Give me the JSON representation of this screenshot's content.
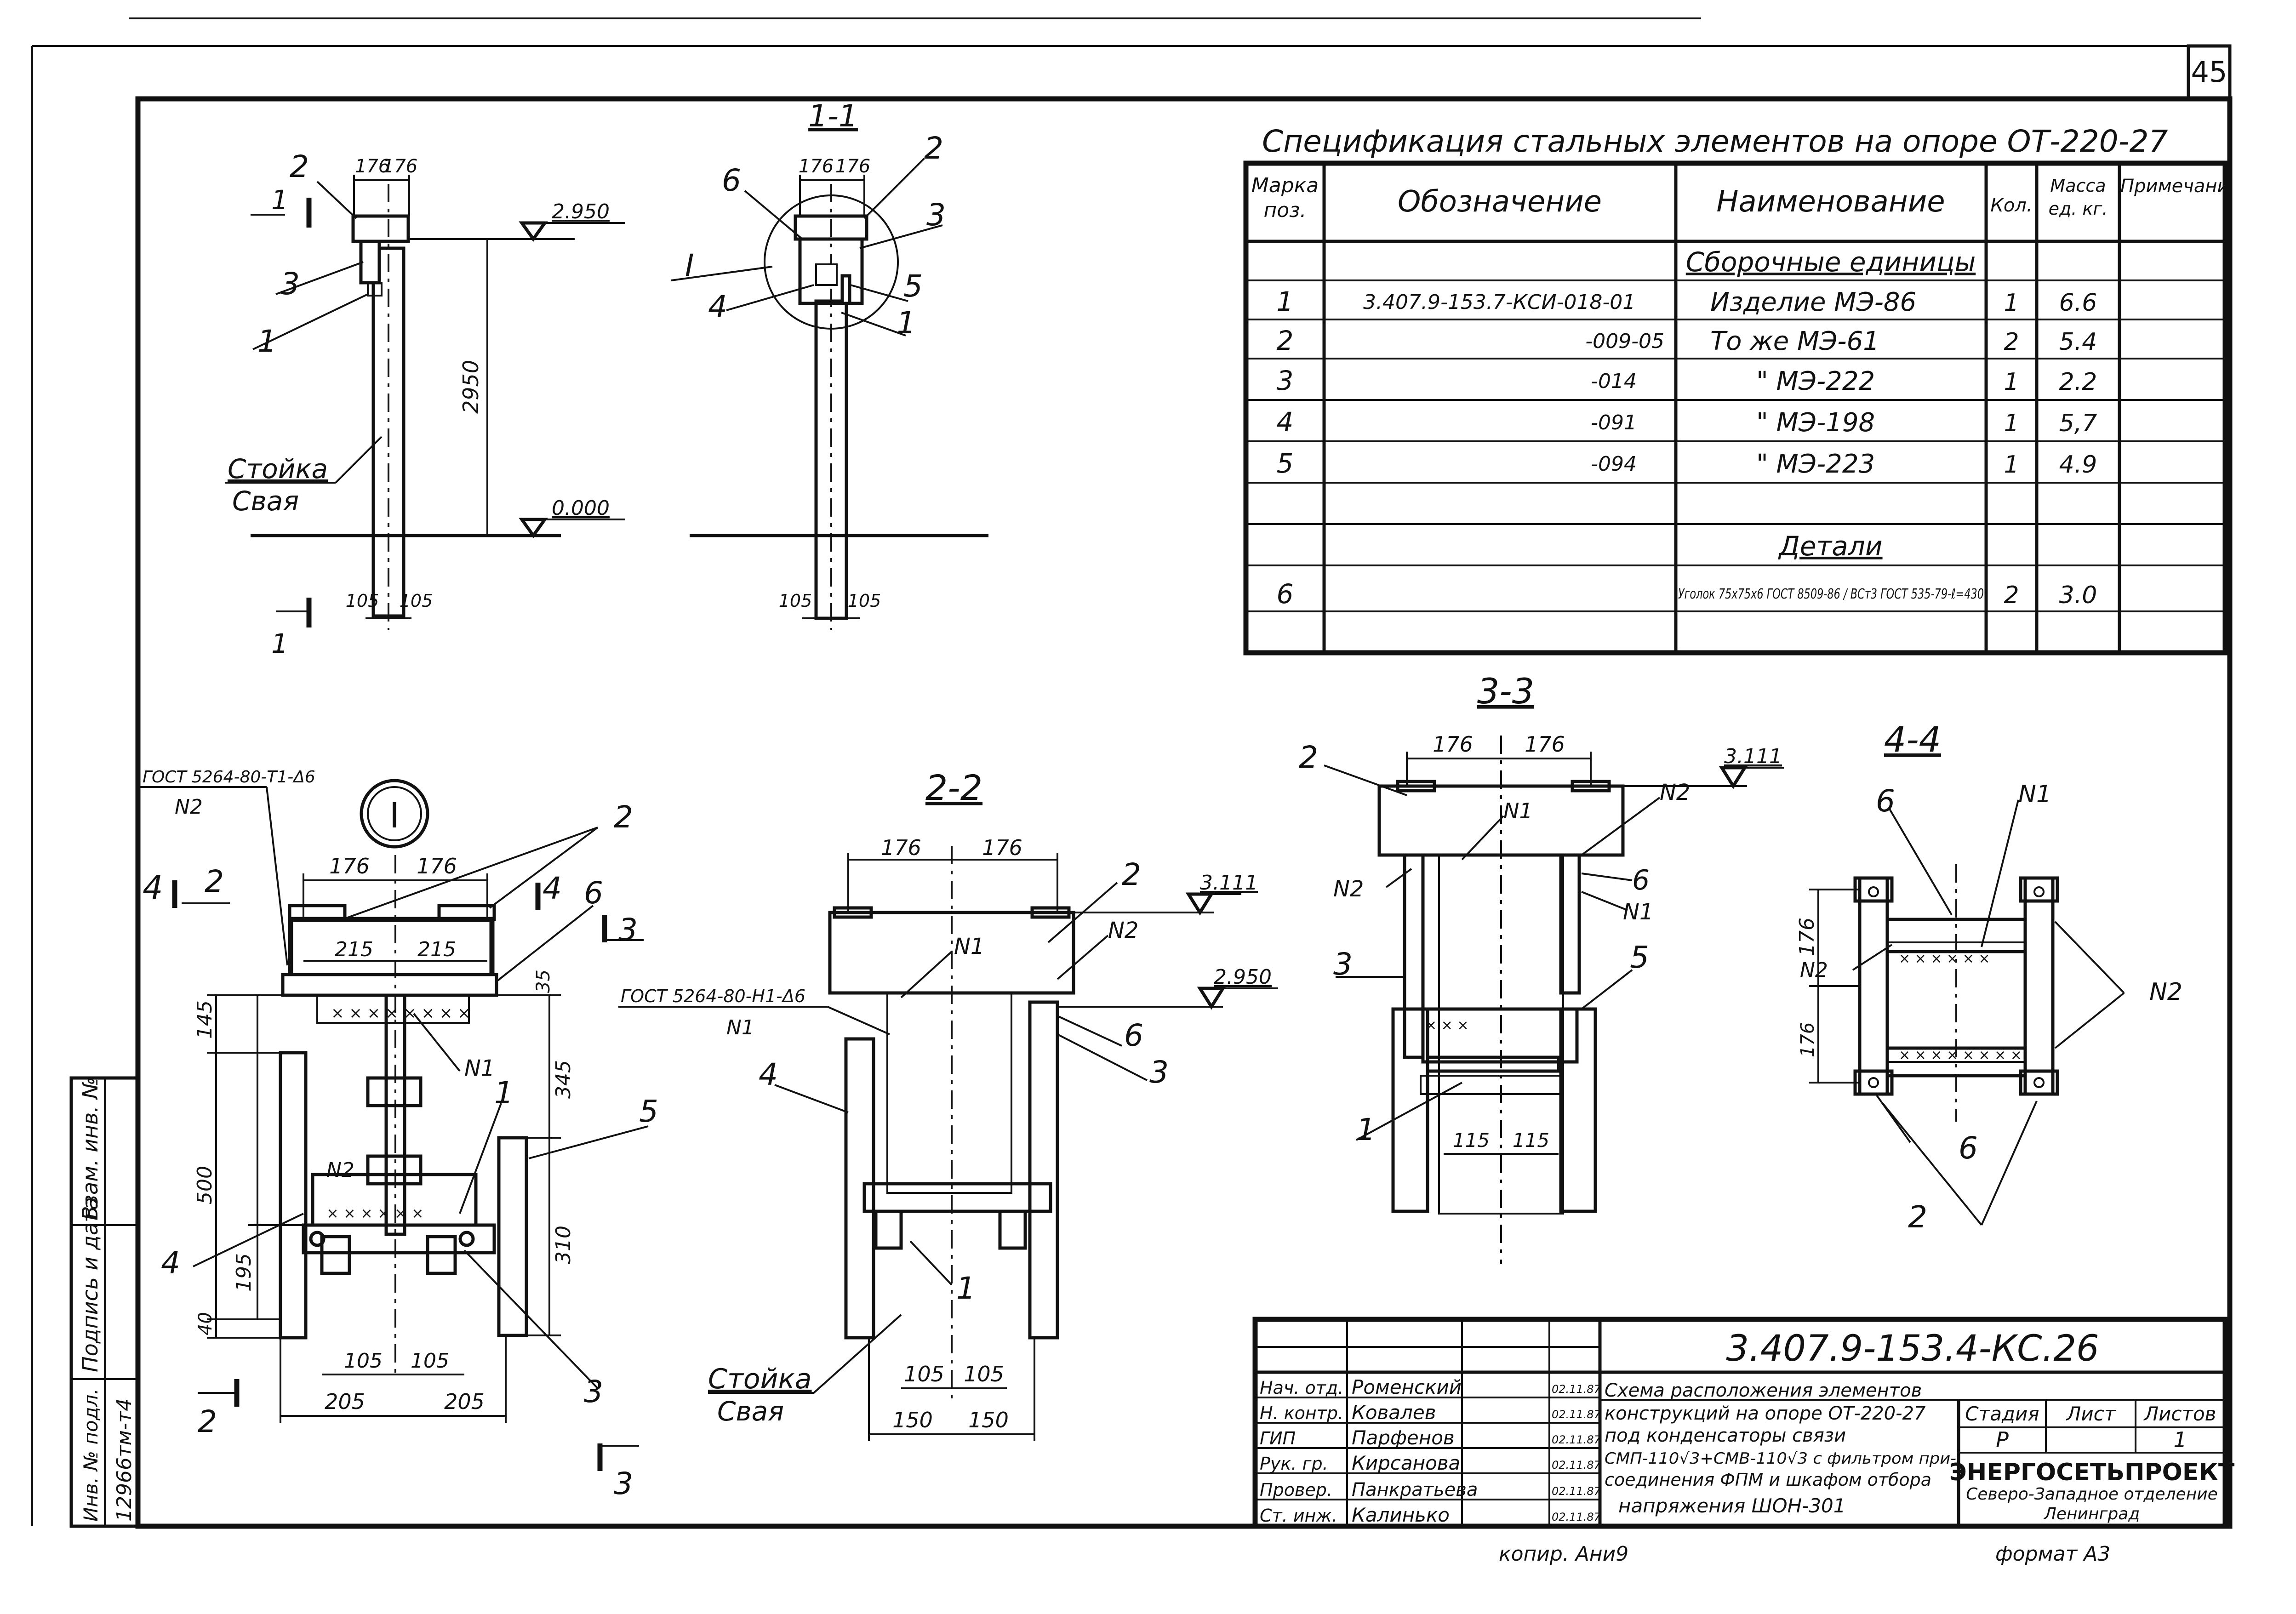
{
  "sheet": {
    "page_number": "45",
    "format_note": "формат А3",
    "copy_note": "копир. Ани9"
  },
  "spec": {
    "title": "Спецификация стальных элементов на опоре ОТ-220-27",
    "headers": {
      "mark": "Марка поз.",
      "designation": "Обозначение",
      "name": "Наименование",
      "qty": "Кол.",
      "mass": "Масса ед. кг.",
      "note": "Примечание"
    },
    "section_assembly": "Сборочные единицы",
    "section_details": "Детали",
    "rows": [
      {
        "mark": "1",
        "designation": "3.407.9-153.7-КСИ-018-01",
        "name": "Изделие МЭ-86",
        "qty": "1",
        "mass": "6.6"
      },
      {
        "mark": "2",
        "designation": "-009-05",
        "name": "То же МЭ-61",
        "qty": "2",
        "mass": "5.4"
      },
      {
        "mark": "3",
        "designation": "-014",
        "name": "\" МЭ-222",
        "qty": "1",
        "mass": "2.2"
      },
      {
        "mark": "4",
        "designation": "-091",
        "name": "\" МЭ-198",
        "qty": "1",
        "mass": "5,7"
      },
      {
        "mark": "5",
        "designation": "-094",
        "name": "\" МЭ-223",
        "qty": "1",
        "mass": "4.9"
      }
    ],
    "detail_rows": [
      {
        "mark": "6",
        "designation": "",
        "name": "Уголок 75х75х6 ГОСТ 8509-86 / ВСт3 ГОСТ 535-79-ℓ=430",
        "qty": "2",
        "mass": "3.0"
      }
    ]
  },
  "views": {
    "v_main": {
      "dims": [
        "176",
        "176",
        "2950",
        "105",
        "105"
      ],
      "levels": [
        "2.950",
        "0.000"
      ],
      "labels": [
        "1",
        "2",
        "3",
        "1",
        "1"
      ],
      "column_label": "Стойка",
      "pile_label": "Свая"
    },
    "v_11": {
      "title": "1-1",
      "dims": [
        "176",
        "176",
        "105",
        "105"
      ],
      "labels": [
        "2",
        "3",
        "5",
        "1",
        "4",
        "6"
      ],
      "node": "I"
    },
    "v_node": {
      "node": "I",
      "weld_ref": "ГОСТ 5264-80-Т1-Δ6",
      "weld_n": "N2",
      "dims": [
        "176",
        "176",
        "215",
        "215",
        "35",
        "145",
        "345",
        "500",
        "310",
        "195",
        "40",
        "105",
        "105",
        "205",
        "205"
      ],
      "labels": [
        "2",
        "4",
        "6",
        "1",
        "5",
        "4",
        "3"
      ],
      "welds": [
        "N1",
        "N2"
      ],
      "section_marks": [
        "4",
        "2",
        "4",
        "3",
        "2",
        "3"
      ]
    },
    "v_22": {
      "title": "2-2",
      "dims": [
        "176",
        "176",
        "105",
        "105",
        "150",
        "150"
      ],
      "levels": [
        "3.111",
        "2.950"
      ],
      "weld_ref": "ГОСТ 5264-80-Н1-Δ6",
      "labels": [
        "2",
        "4",
        "6",
        "3",
        "1"
      ],
      "welds": [
        "N1",
        "N2",
        "N1"
      ],
      "column_label": "Стойка",
      "pile_label": "Свая"
    },
    "v_33": {
      "title": "3-3",
      "dims": [
        "176",
        "176",
        "115",
        "115"
      ],
      "levels": [
        "3.111"
      ],
      "labels": [
        "2",
        "3",
        "6",
        "5",
        "1"
      ],
      "welds": [
        "N1",
        "N2",
        "N2",
        "N1"
      ]
    },
    "v_44": {
      "title": "4-4",
      "dims": [
        "176",
        "176"
      ],
      "labels": [
        "6",
        "6",
        "2"
      ],
      "welds": [
        "N1",
        "N2",
        "N2"
      ]
    }
  },
  "stamp": {
    "code": "3.407.9-153.4-КС.26",
    "title_lines": [
      "Схема расположения элементов",
      "конструкций на опоре ОТ-220-27",
      "под конденсаторы связи",
      "СМП-110√3+СМВ-110√3 с фильтром при-",
      "соединения ФПМ и шкафом отбора",
      "напряжения ШОН-301"
    ],
    "col_stage": "Стадия",
    "col_sheet": "Лист",
    "col_sheets": "Листов",
    "stage": "Р",
    "sheets": "1",
    "org": "ЭНЕРГОСЕТЬПРОЕКТ",
    "org_sub1": "Северо-Западное отделение",
    "org_sub2": "Ленинград",
    "signers": [
      {
        "role": "Нач. отд.",
        "name": "Роменский",
        "date": "02.11.87"
      },
      {
        "role": "Н. контр.",
        "name": "Ковалев",
        "date": "02.11.87"
      },
      {
        "role": "ГИП",
        "name": "Парфенов",
        "date": "02.11.87"
      },
      {
        "role": "Рук. гр.",
        "name": "Кирсанова",
        "date": "02.11.87"
      },
      {
        "role": "Провер.",
        "name": "Панкратьева",
        "date": "02.11.87"
      },
      {
        "role": "Ст. инж.",
        "name": "Калинько",
        "date": "02.11.87"
      }
    ]
  },
  "sidebar": {
    "inv_label": "Инв. № подл.",
    "sign_label": "Подпись и дата",
    "swap_label": "Взам. инв. №",
    "inv_no": "12966тм-т4"
  }
}
